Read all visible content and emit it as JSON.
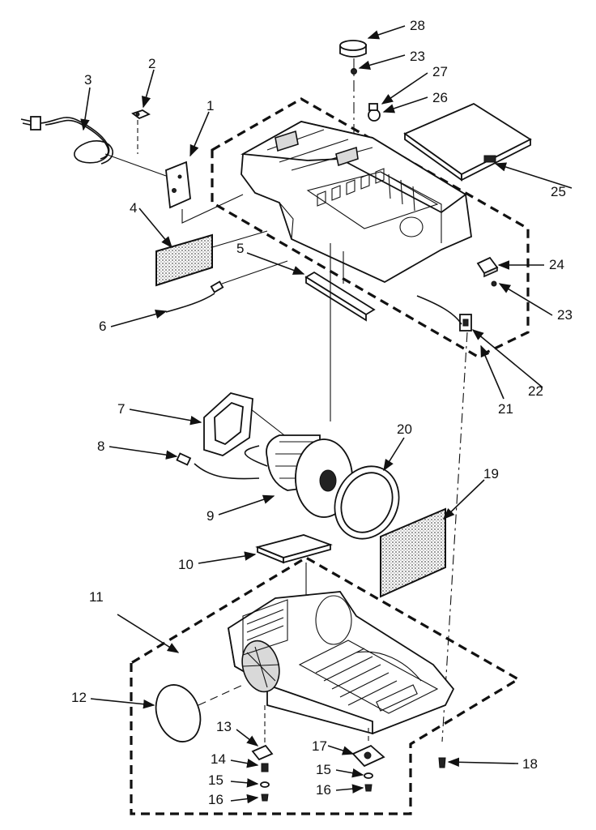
{
  "callouts": {
    "c1": "1",
    "c2": "2",
    "c3": "3",
    "c4": "4",
    "c5": "5",
    "c6": "6",
    "c7": "7",
    "c8": "8",
    "c9": "9",
    "c10": "10",
    "c11": "11",
    "c12": "12",
    "c13": "13",
    "c14": "14",
    "c15a": "15",
    "c15b": "15",
    "c16a": "16",
    "c16b": "16",
    "c17": "17",
    "c18": "18",
    "c19": "19",
    "c20": "20",
    "c21": "21",
    "c22": "22",
    "c23a": "23",
    "c23b": "23",
    "c24": "24",
    "c25": "25",
    "c26": "26",
    "c27": "27",
    "c28": "28"
  }
}
